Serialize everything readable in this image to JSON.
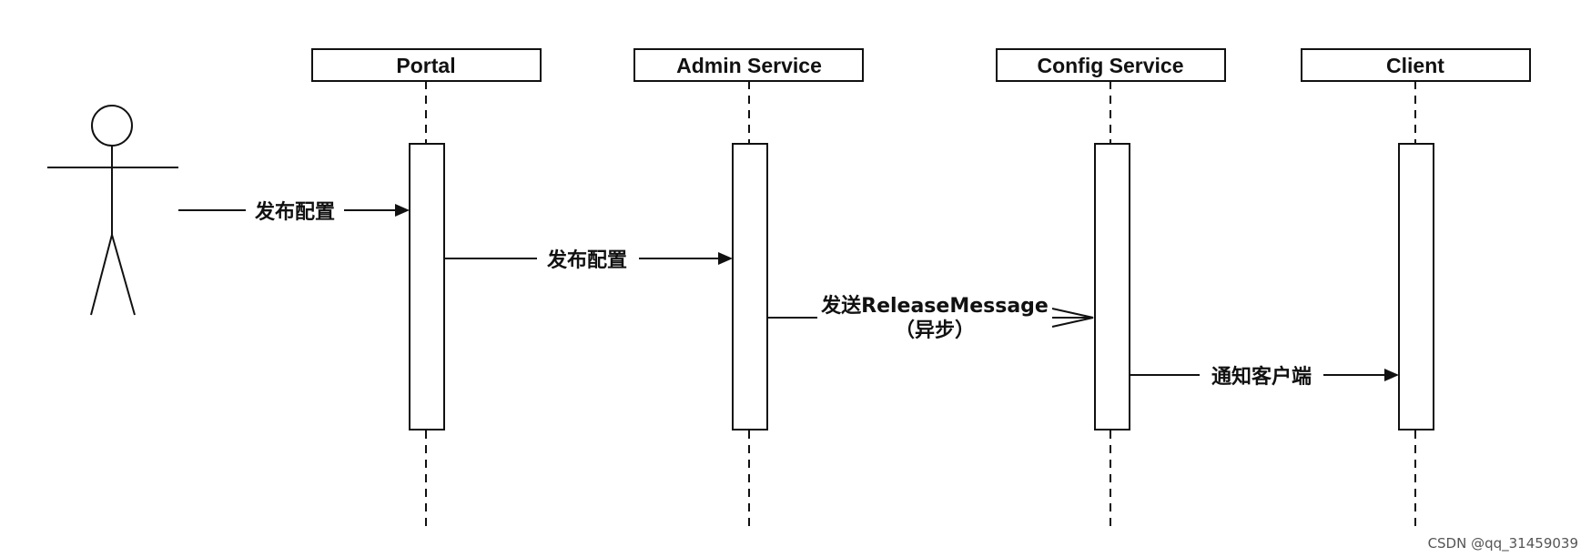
{
  "participants": [
    {
      "id": "portal",
      "label": "Portal"
    },
    {
      "id": "admin",
      "label": "Admin Service"
    },
    {
      "id": "config",
      "label": "Config Service"
    },
    {
      "id": "client",
      "label": "Client"
    }
  ],
  "messages": [
    {
      "from": "actor",
      "to": "portal",
      "label": "发布配置",
      "arrow": "filled",
      "async": false
    },
    {
      "from": "portal",
      "to": "admin",
      "label": "发布配置",
      "arrow": "filled",
      "async": false
    },
    {
      "from": "admin",
      "to": "config",
      "label": "发送ReleaseMessage",
      "sublabel": "（异步）",
      "arrow": "open",
      "async": true
    },
    {
      "from": "config",
      "to": "client",
      "label": "通知客户端",
      "arrow": "filled",
      "async": false
    }
  ],
  "watermark": "CSDN @qq_31459039",
  "colors": {
    "line": "#111111",
    "background": "#ffffff"
  }
}
